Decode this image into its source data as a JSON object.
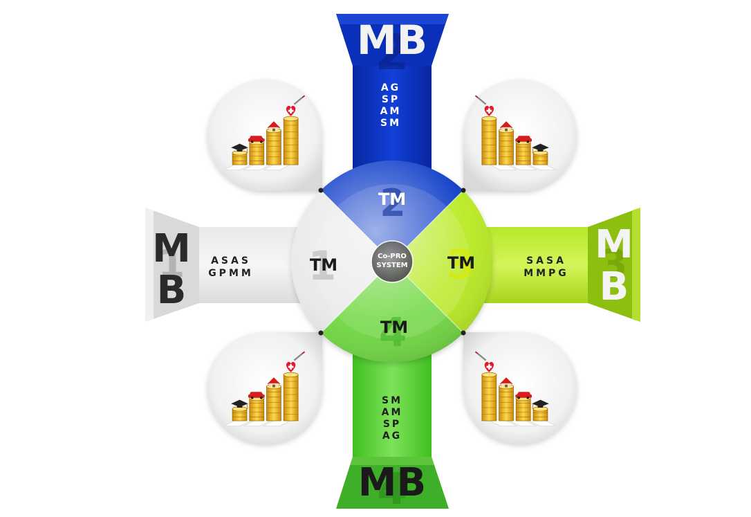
{
  "center": {
    "line1": "Co-PRO",
    "line2": "SYSTEM"
  },
  "arms": {
    "top": {
      "mb": "MB",
      "number": "2",
      "quadrant_label": "TM",
      "band_lines": [
        "AG",
        "SP",
        "AM",
        "SM"
      ],
      "color": "#0a2fb8"
    },
    "right": {
      "mb_line1": "M",
      "mb_line2": "B",
      "number": "3",
      "quadrant_label": "TM",
      "band_lines": [
        "SASA",
        "MMPG"
      ],
      "color": "#9fd11a"
    },
    "bottom": {
      "mb": "MB",
      "number": "4",
      "quadrant_label": "TM",
      "band_lines": [
        "SM",
        "AM",
        "SP",
        "AG"
      ],
      "color": "#5fd43a"
    },
    "left": {
      "mb_line1": "M",
      "mb_line2": "B",
      "number": "1",
      "quadrant_label": "TM",
      "band_lines": [
        "ASAS",
        "GPMM"
      ],
      "color": "#e6e6e6"
    }
  },
  "icons": [
    "savings-growth-icon",
    "savings-growth-icon",
    "savings-growth-icon",
    "savings-growth-icon"
  ]
}
